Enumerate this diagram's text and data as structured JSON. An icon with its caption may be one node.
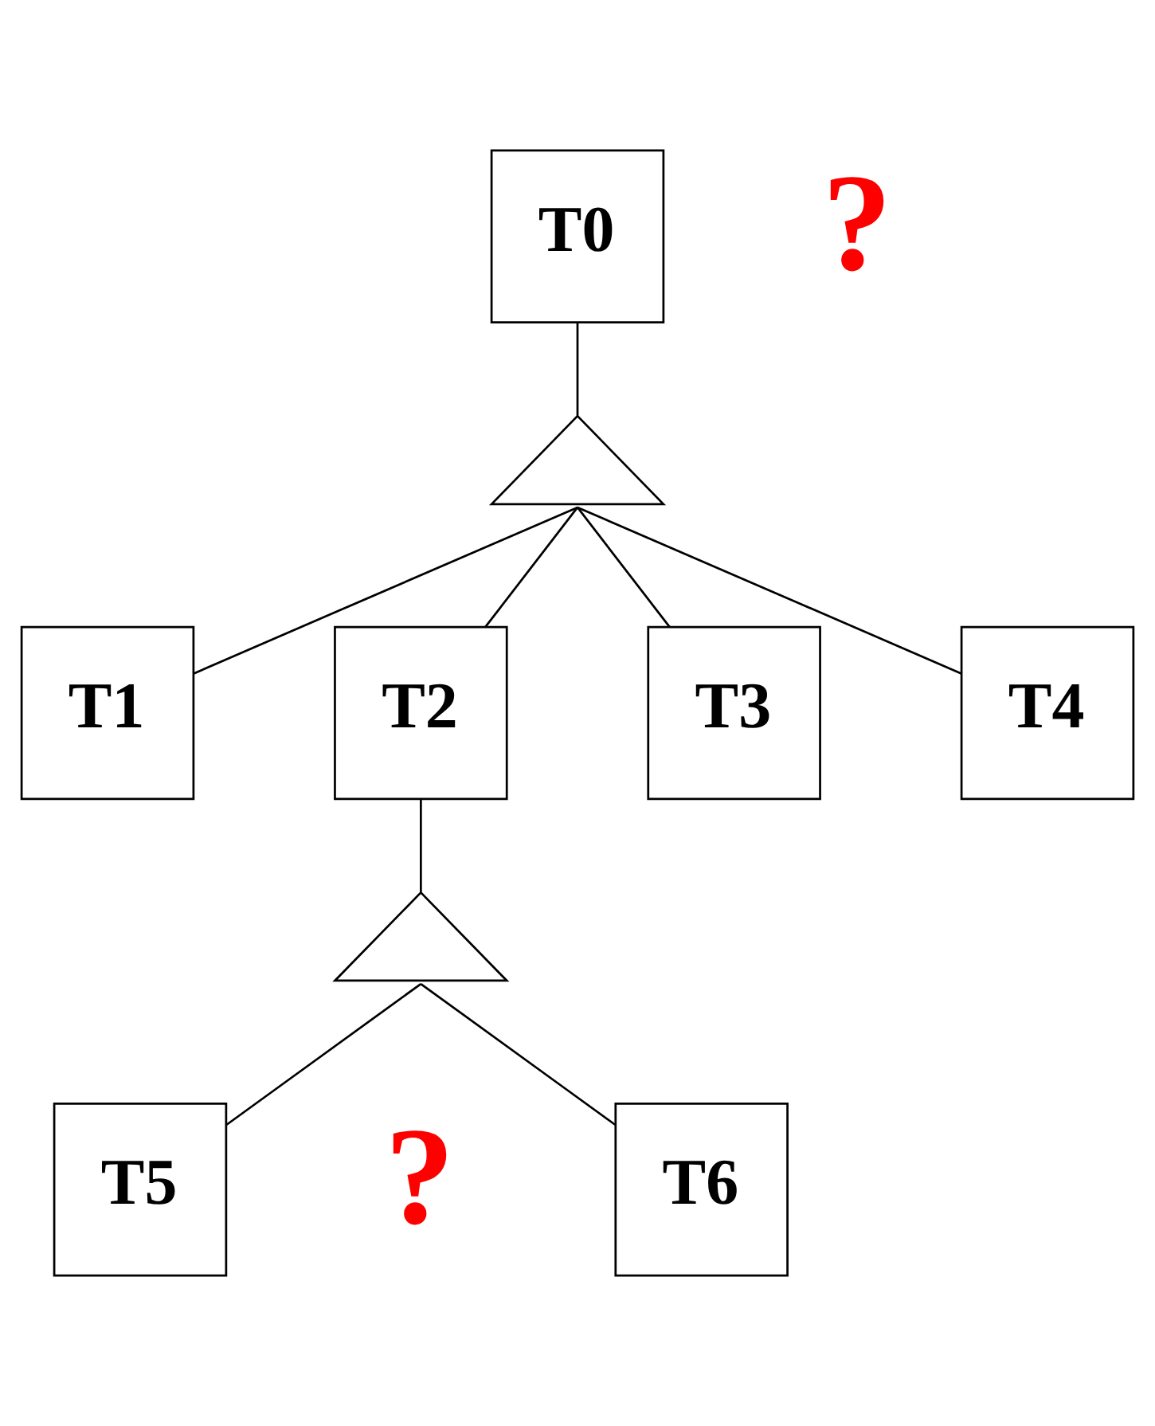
{
  "diagram": {
    "nodes": [
      {
        "text": [
          "T0"
        ]
      },
      {
        "text": [],
        "shape": "triangle"
      },
      {
        "text": [
          "T1"
        ]
      },
      {
        "text": [
          "T2"
        ]
      },
      {
        "text": [
          "T3"
        ]
      },
      {
        "text": [
          "T4"
        ]
      },
      {
        "text": [],
        "shape": "triangle"
      },
      {
        "text": [
          "T5"
        ]
      },
      {
        "text": [
          "T6"
        ]
      }
    ],
    "edges": [
      {
        "from": 0,
        "to": 1,
        "arrow": "none"
      },
      {
        "from": 1,
        "to": 2,
        "arrow": "none"
      },
      {
        "from": 1,
        "to": 3,
        "arrow": "none"
      },
      {
        "from": 1,
        "to": 4,
        "arrow": "none"
      },
      {
        "from": 1,
        "to": 5,
        "arrow": "none"
      },
      {
        "from": 3,
        "to": 6,
        "arrow": "none"
      },
      {
        "from": 6,
        "to": 7,
        "arrow": "none"
      },
      {
        "from": 6,
        "to": 8,
        "arrow": "none"
      }
    ],
    "labels": [
      "?",
      "?"
    ]
  }
}
